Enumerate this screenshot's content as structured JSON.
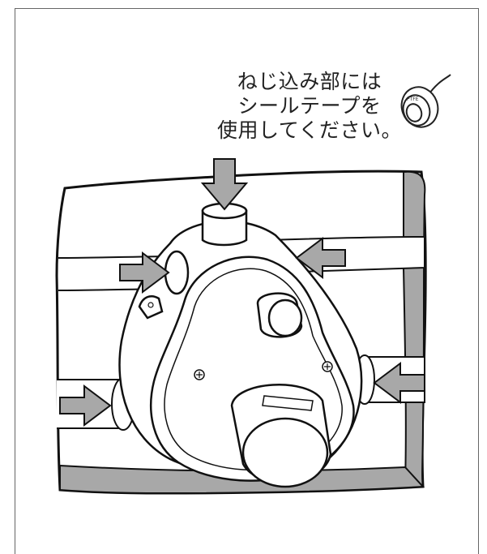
{
  "instruction": {
    "line1": "ねじ込み部には",
    "line2": "シールテープを",
    "line3": "使用してください。"
  },
  "tape_label": "PTFE"
}
